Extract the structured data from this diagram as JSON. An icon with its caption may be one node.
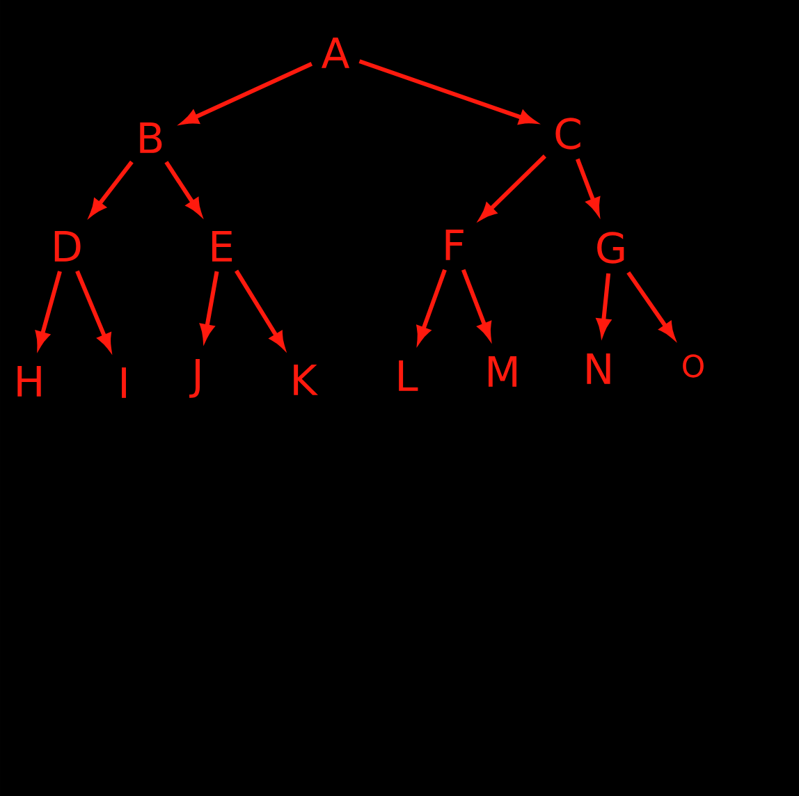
{
  "diagram": {
    "nodes": [
      {
        "text": [
          "A"
        ]
      },
      {
        "text": [
          "B"
        ]
      },
      {
        "text": [
          "C"
        ]
      },
      {
        "text": [
          "D"
        ]
      },
      {
        "text": [
          "E"
        ]
      },
      {
        "text": [
          "F"
        ]
      },
      {
        "text": [
          "G"
        ]
      },
      {
        "text": [
          "H"
        ]
      },
      {
        "text": [
          "I"
        ]
      },
      {
        "text": [
          "J"
        ]
      },
      {
        "text": [
          "K"
        ]
      },
      {
        "text": [
          "L"
        ]
      },
      {
        "text": [
          "M"
        ]
      },
      {
        "text": [
          "N"
        ]
      },
      {
        "text": [
          "O"
        ]
      }
    ],
    "edges": [
      {
        "from": 0,
        "to": 1,
        "arrow": "to"
      },
      {
        "from": 0,
        "to": 2,
        "arrow": "to"
      },
      {
        "from": 1,
        "to": 3,
        "arrow": "to"
      },
      {
        "from": 1,
        "to": 4,
        "arrow": "to"
      },
      {
        "from": 2,
        "to": 5,
        "arrow": "to"
      },
      {
        "from": 2,
        "to": 6,
        "arrow": "to"
      },
      {
        "from": 3,
        "to": 7,
        "arrow": "to"
      },
      {
        "from": 3,
        "to": 8,
        "arrow": "to"
      },
      {
        "from": 4,
        "to": 9,
        "arrow": "to"
      },
      {
        "from": 4,
        "to": 10,
        "arrow": "to"
      },
      {
        "from": 5,
        "to": 11,
        "arrow": "to"
      },
      {
        "from": 5,
        "to": 12,
        "arrow": "to"
      },
      {
        "from": 6,
        "to": 13,
        "arrow": "to"
      },
      {
        "from": 6,
        "to": 14,
        "arrow": "to"
      }
    ]
  }
}
